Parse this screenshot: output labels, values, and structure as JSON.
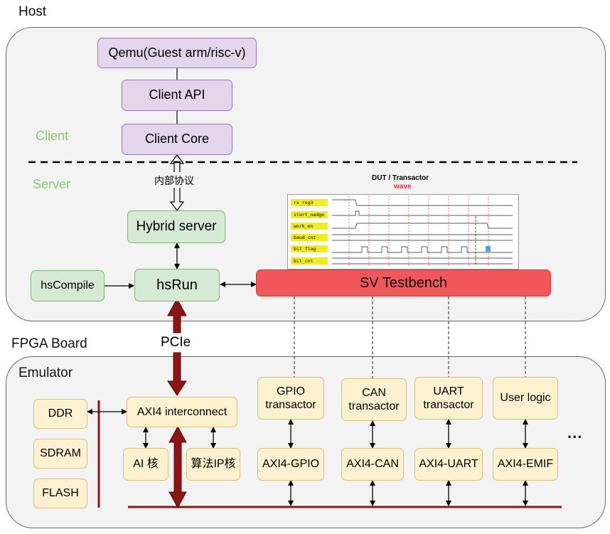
{
  "host": {
    "title": "Host",
    "client_label": "Client",
    "server_label": "Server"
  },
  "client": {
    "qemu": "Qemu(Guest arm/risc-v)",
    "api": "Client API",
    "core": "Client Core",
    "protocol": "内部协议"
  },
  "server": {
    "hybrid": "Hybrid server",
    "hsrun": "hsRun",
    "hscompile": "hsCompile",
    "testbench": "SV Testbench"
  },
  "wave": {
    "title": "DUT / Transactor",
    "subtitle": "wave",
    "signals": [
      "rx_reg3",
      "start_nedge",
      "work_en",
      "baud_cnt",
      "bit_flag",
      "bit_cnt"
    ]
  },
  "fpga": {
    "title": "FPGA Board",
    "pcie": "PCIe",
    "emulator": "Emulator"
  },
  "emulator": {
    "memories": [
      "DDR",
      "SDRAM",
      "FLASH"
    ],
    "interconnect": "AXI4 interconnect",
    "ai_core": "AI 核",
    "algo_core": "算法IP核",
    "transactors": [
      {
        "line1": "GPIO",
        "line2": "transactor",
        "bus": "AXI4-GPIO"
      },
      {
        "line1": "CAN",
        "line2": "transactor",
        "bus": "AXI4-CAN"
      },
      {
        "line1": "UART",
        "line2": "transactor",
        "bus": "AXI4-UART"
      },
      {
        "line1": "User logic",
        "line2": "",
        "bus": "AXI4-EMIF"
      }
    ],
    "more": "..."
  },
  "colors": {
    "dark_red": "#8b1414",
    "testbench": "#f0575a",
    "client_purple": "#e2d5ec",
    "server_green": "#d6e9d4",
    "emulator_yellow": "#fdf1cf",
    "client_label": "#8ec672"
  }
}
